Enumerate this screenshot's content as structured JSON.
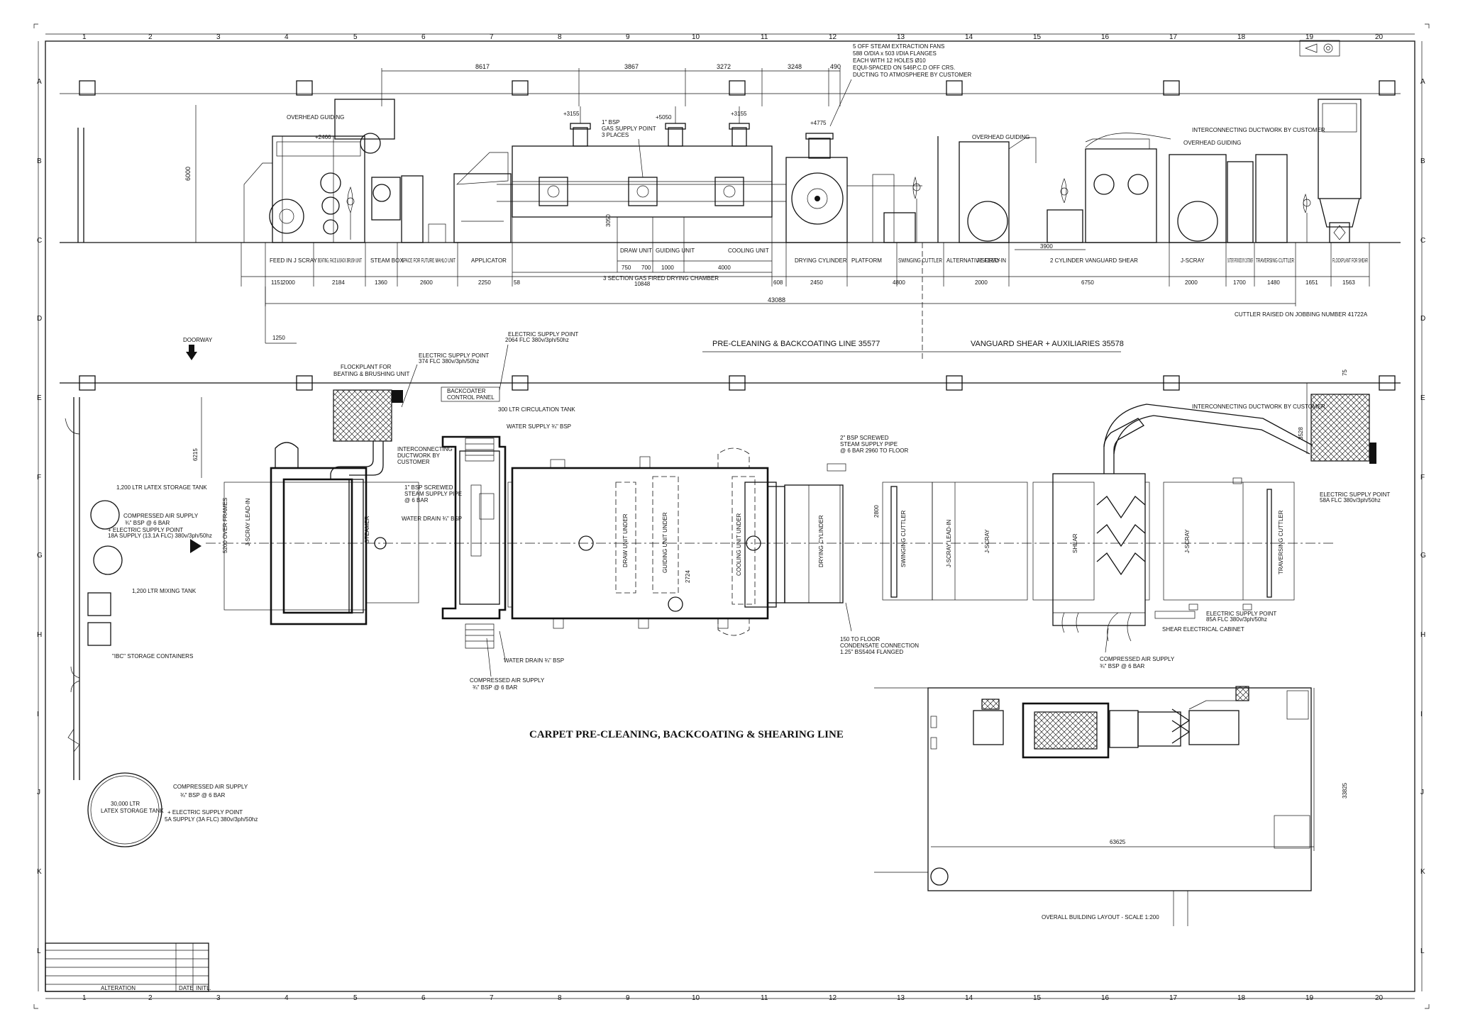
{
  "grid": {
    "columns": [
      "1",
      "2",
      "3",
      "4",
      "5",
      "6",
      "7",
      "8",
      "9",
      "10",
      "11",
      "12",
      "13",
      "14",
      "15",
      "16",
      "17",
      "18",
      "19",
      "20"
    ],
    "rows": [
      "A",
      "B",
      "C",
      "D",
      "E",
      "F",
      "G",
      "H",
      "I",
      "J",
      "K",
      "L"
    ]
  },
  "elevation": {
    "top_dimensions": [
      "8617",
      "3867",
      "3272",
      "3248",
      "490"
    ],
    "height_dimension": "6000",
    "level_marks": [
      "+3155",
      "+5050",
      "+3155",
      "+4775",
      "+2466"
    ],
    "fan_note": [
      "5 OFF STEAM EXTRACTION FANS",
      "588 O/DIA x 503 I/DIA FLANGES",
      "EACH WITH 12 HOLES Ø10",
      "EQUI-SPACED ON 546P.C.D OFF CRS.",
      "DUCTING TO ATMOSPHERE BY CUSTOMER"
    ],
    "overhead_guiding_1": "OVERHEAD GUIDING",
    "overhead_guiding_2": "OVERHEAD GUIDING",
    "overhead_guiding_3": "OVERHEAD GUIDING",
    "gas_supply": [
      "1\" BSP",
      "GAS SUPPLY POINT",
      "3 PLACES"
    ],
    "interconnecting": "INTERCONNECTING DUCTWORK BY CUSTOMER",
    "dim_3050": "3050",
    "dim_3900": "3900",
    "units": [
      {
        "label": "FEED IN J SCRAY",
        "dim": "2000"
      },
      {
        "label": "BEATING, FACE & BACK BRUSH UNIT",
        "dim": "2184"
      },
      {
        "label": "STEAM BOX",
        "dim": "1360"
      },
      {
        "label": "SPACE FOR FUTURE MAHLO UNIT",
        "dim": "2600"
      },
      {
        "label": "APPLICATOR",
        "dim": "2250"
      },
      {
        "label": "DRYING CYLINDER",
        "dim": "2450"
      },
      {
        "label": "PLATFORM",
        "dim": ""
      },
      {
        "label": "SWINGING CUTTLER",
        "dim": "4800"
      },
      {
        "label": "ALTERNATIVE FEED-IN",
        "dim": ""
      },
      {
        "label": "J-SCRAY",
        "dim": "2000"
      },
      {
        "label": "2 CYLINDER VANGUARD SHEAR",
        "dim": "6750"
      },
      {
        "label": "J-SCRAY",
        "dim": "2000"
      },
      {
        "label": "SUTTERS PROVIDED BY CUSTOMER",
        "dim": "1700"
      },
      {
        "label": "TRAVERSING CUTTLER",
        "dim": "1480"
      },
      {
        "label": "FLOCKPLANT FOR SHEAR",
        "dim": "1563"
      }
    ],
    "dryer_sub": {
      "draw": "DRAW UNIT",
      "guiding": "GUIDING UNIT",
      "cooling": "COOLING UNIT",
      "d750": "750",
      "d700": "700",
      "d1000": "1000",
      "d4000": "4000"
    },
    "dryer_label": "3 SECTION GAS FIRED DRYING CHAMBER",
    "dryer_dim": "10848",
    "misc_dims": {
      "d1151": "1151",
      "d58": "58",
      "d608": "608",
      "d1651": "1651"
    },
    "overall": "43088",
    "cuttler_note": "CUTTLER RAISED ON JOBBING NUMBER 41722A",
    "dim_1250": "1250",
    "line_1": "PRE-CLEANING & BACKCOATING LINE 35577",
    "line_2": "VANGUARD SHEAR + AUXILIARIES 35578"
  },
  "plan": {
    "doorway": "DOORWAY",
    "dim_6215": "6215",
    "dim_5200": "5200 OVER FRAMES",
    "flockplant": [
      "FLOCKPLANT FOR",
      "BEATING & BRUSHING UNIT"
    ],
    "elec_374": [
      "ELECTRIC SUPPLY POINT",
      "374 FLC 380v/3ph/50hz"
    ],
    "elec_2064": [
      "ELECTRIC SUPPLY POINT",
      "2064 FLC 380v/3ph/50hz"
    ],
    "backcoater": [
      "BACKCOATER",
      "CONTROL PANEL"
    ],
    "circ_tank": "300 LTR CIRCULATION TANK",
    "water_supply": "WATER SUPPLY ¾\" BSP",
    "interconnecting_duct": [
      "INTERCONNECTING",
      "DUCTWORK BY",
      "CUSTOMER"
    ],
    "steam_pipe_1": [
      "1\" BSP SCREWED",
      "STEAM SUPPLY PIPE",
      "@ 6 BAR"
    ],
    "water_drain_1": "WATER DRAIN ¾\" BSP",
    "steam_pipe_2": [
      "2\" BSP SCREWED",
      "STEAM SUPPLY PIPE",
      "@ 6 BAR  2960 TO FLOOR"
    ],
    "interconnecting_2": "INTERCONNECTING DUCTWORK BY CUSTOMER",
    "dim_75": "75",
    "dim_3528": "3528",
    "dim_2800": "2800",
    "dim_2724": "2724",
    "elec_58a": [
      "ELECTRIC SUPPLY POINT",
      "58A FLC 380v/3ph/50hz"
    ],
    "elec_85a": [
      "ELECTRIC SUPPLY POINT",
      "85A FLC 380v/3ph/50hz"
    ],
    "shear_cabinet": "SHEAR ELECTRICAL CABINET",
    "latex_tank": "1,200 LTR LATEX STORAGE TANK",
    "compressed_air": [
      "COMPRESSED AIR SUPPLY",
      "¾\" BSP @ 6 BAR"
    ],
    "elec_18a": [
      "+ ELECTRIC SUPPLY POINT",
      "18A SUPPLY (13.1A FLC) 380v/3ph/50hz"
    ],
    "mixing_tank": "1,200 LTR MIXING TANK",
    "ibc": "\"IBC\" STORAGE CONTAINERS",
    "condensate": [
      "150 TO FLOOR",
      "CONDENSATE CONNECTION",
      "1.25\" BS5404 FLANGED"
    ],
    "compressed_air_2": [
      "COMPRESSED AIR SUPPLY",
      "¾\" BSP @ 6 BAR"
    ],
    "compressed_air_3": [
      "COMPRESSED AIR SUPPLY",
      "¾\" BSP @ 6 BAR"
    ],
    "water_drain_2": "WATER DRAIN ¾\" BSP",
    "big_tank": [
      "30,000 LTR",
      "LATEX STORAGE TANK"
    ],
    "compressed_air_4": [
      "COMPRESSED AIR SUPPLY",
      "¾\" BSP @ 6 BAR"
    ],
    "elec_5a": [
      "+ ELECTRIC SUPPLY POINT",
      "5A SUPPLY (3A FLC) 380v/3ph/50hz"
    ],
    "units": [
      "J-SCRAY LEAD-IN",
      "STEAMER",
      "DRAW UNIT UNDER",
      "GUIDING UNIT UNDER",
      "COOLING UNIT UNDER",
      "DRYING CYLINDER",
      "SWINGING CUTTLER",
      "J-SCRAY LEAD-IN",
      "J-SCRAY",
      "SHEAR",
      "J-SCRAY",
      "TRAVERSING CUTTLER"
    ]
  },
  "title": "CARPET PRE-CLEANING, BACKCOATING & SHEARING LINE",
  "building": {
    "dim_63625": "63625",
    "dim_33825": "33825",
    "caption": "OVERALL BUILDING LAYOUT - SCALE 1:200"
  },
  "title_block": {
    "alteration": "ALTERATION",
    "date": "DATE",
    "initl": "INITL."
  }
}
